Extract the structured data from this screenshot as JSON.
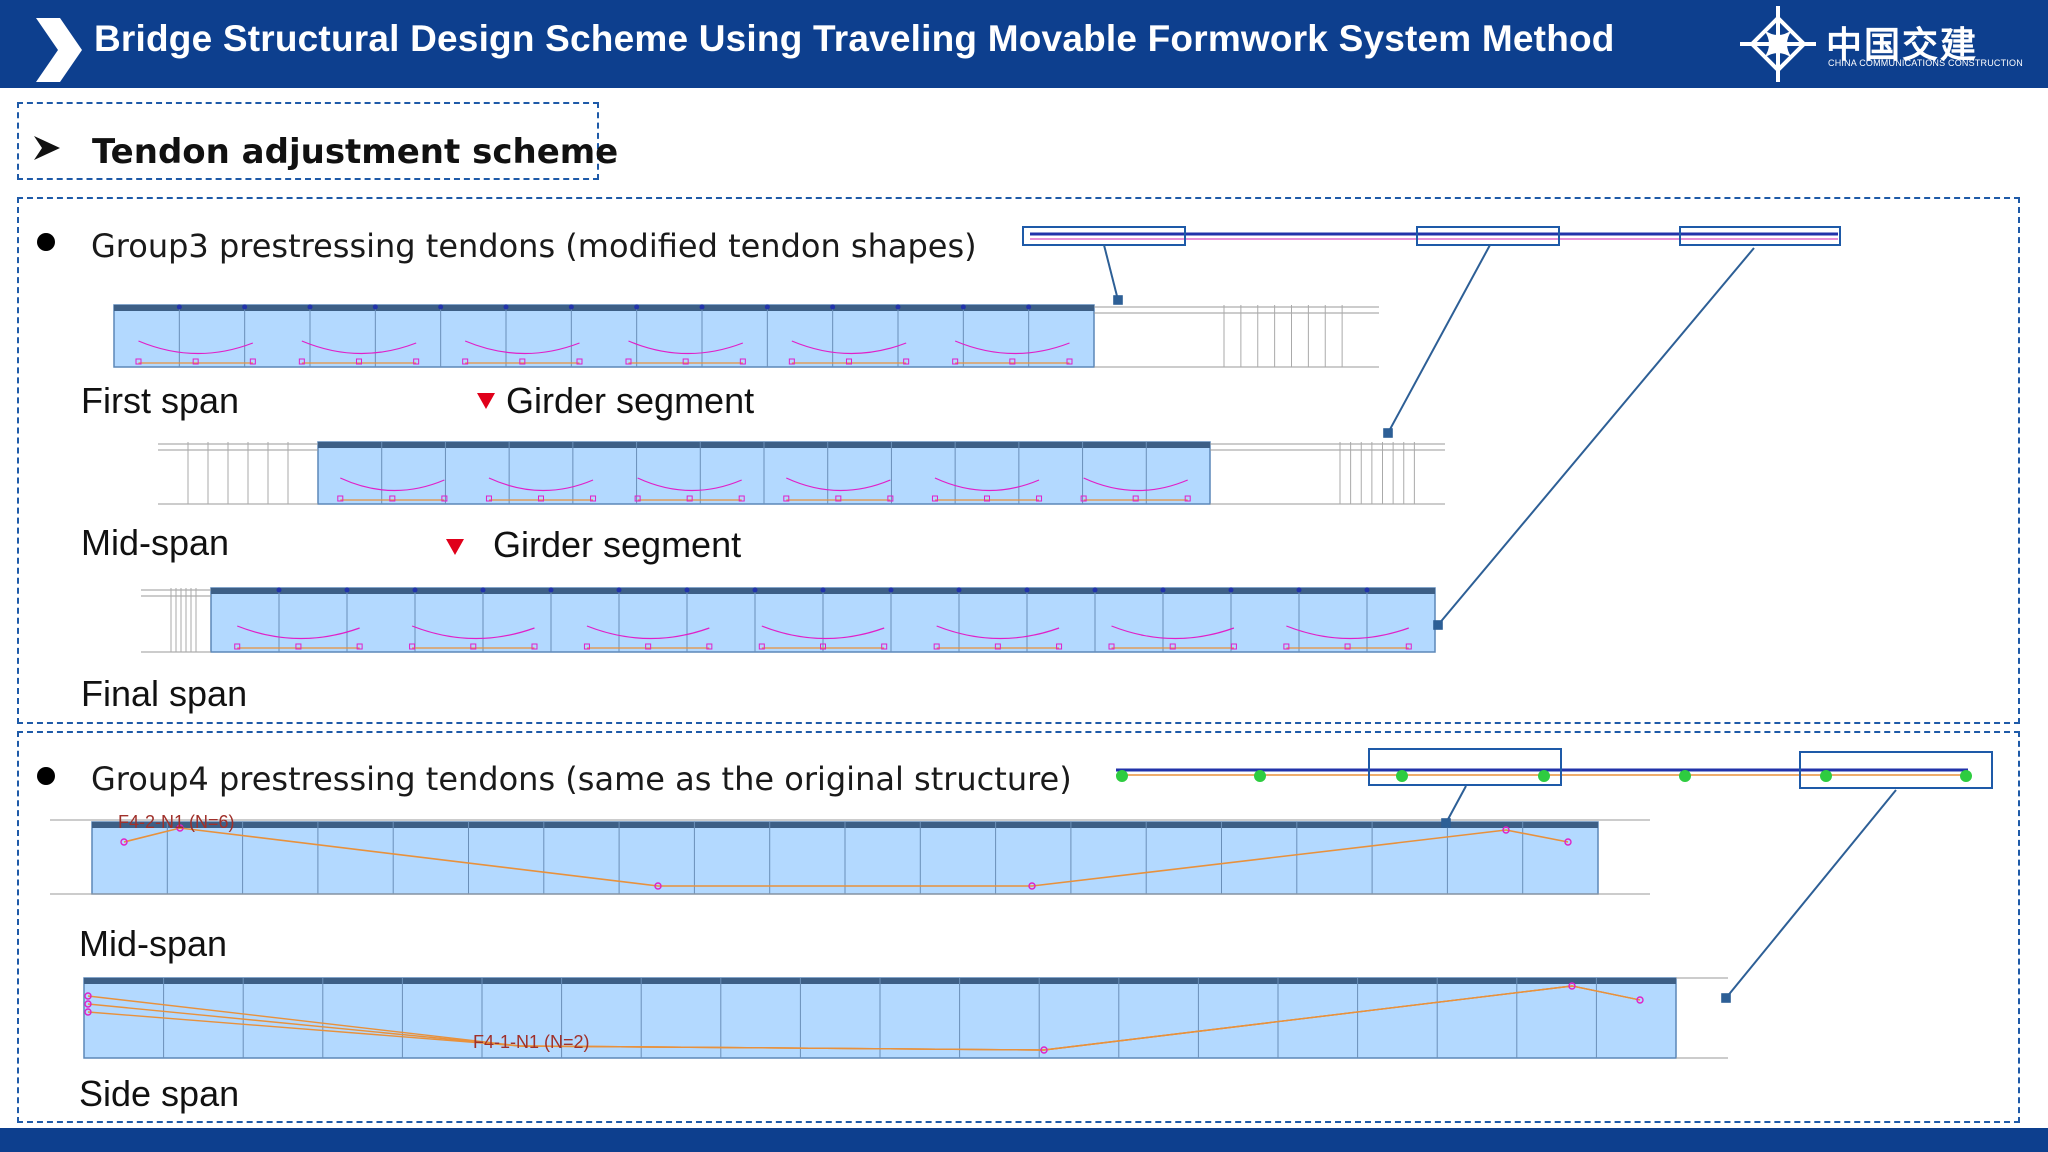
{
  "header": {
    "title": "Bridge Structural Design Scheme Using Traveling Movable Formwork System Method",
    "logo_text": "中国交建",
    "logo_subtext": "CHINA COMMUNICATIONS CONSTRUCTION",
    "bg_color": "#0d3f8e"
  },
  "section_title": "Tendon adjustment scheme",
  "group3": {
    "heading": "Group3 prestressing tendons (modified tendon shapes)",
    "spans": [
      "First span",
      "Mid-span",
      "Final span"
    ],
    "girder_notes": [
      "Girder segment",
      "Girder segment"
    ]
  },
  "group4": {
    "heading": "Group4 prestressing tendons (same as the original structure)",
    "spans": [
      "Mid-span",
      "Side span"
    ],
    "tendon_labels": [
      "F4-2-N1 (N=6)",
      "F4-1-N1 (N=2)"
    ]
  },
  "colors": {
    "accent": "#1e5aa8",
    "girder_fill": "#b3d9ff",
    "tendon": "#e8913c",
    "node": "#e020c8",
    "marker": "#e0001a",
    "support": "#2ecc40"
  }
}
